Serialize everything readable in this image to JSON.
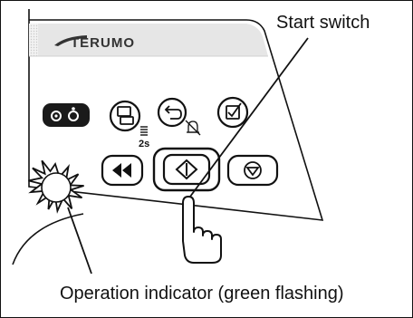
{
  "brand": {
    "logo_text": "TERUMO"
  },
  "panel": {
    "buttons": [
      {
        "name": "eyes-button",
        "icon": "eyes-icon"
      },
      {
        "name": "display-button",
        "icon": "display-icon",
        "sublabel": "2s"
      },
      {
        "name": "return-silence-button",
        "icon": "return-silence-icon"
      },
      {
        "name": "confirm-button",
        "icon": "checkbox-icon"
      },
      {
        "name": "rewind-button",
        "icon": "double-left-icon"
      },
      {
        "name": "start-button",
        "icon": "start-icon"
      },
      {
        "name": "stop-button",
        "icon": "stop-icon"
      }
    ]
  },
  "callouts": {
    "start_switch": "Start switch",
    "operation_indicator": "Operation indicator (green flashing)"
  },
  "colors": {
    "ink": "#111111",
    "panel_top": "#e8e8e8",
    "button_dark": "#1a1a1a"
  }
}
